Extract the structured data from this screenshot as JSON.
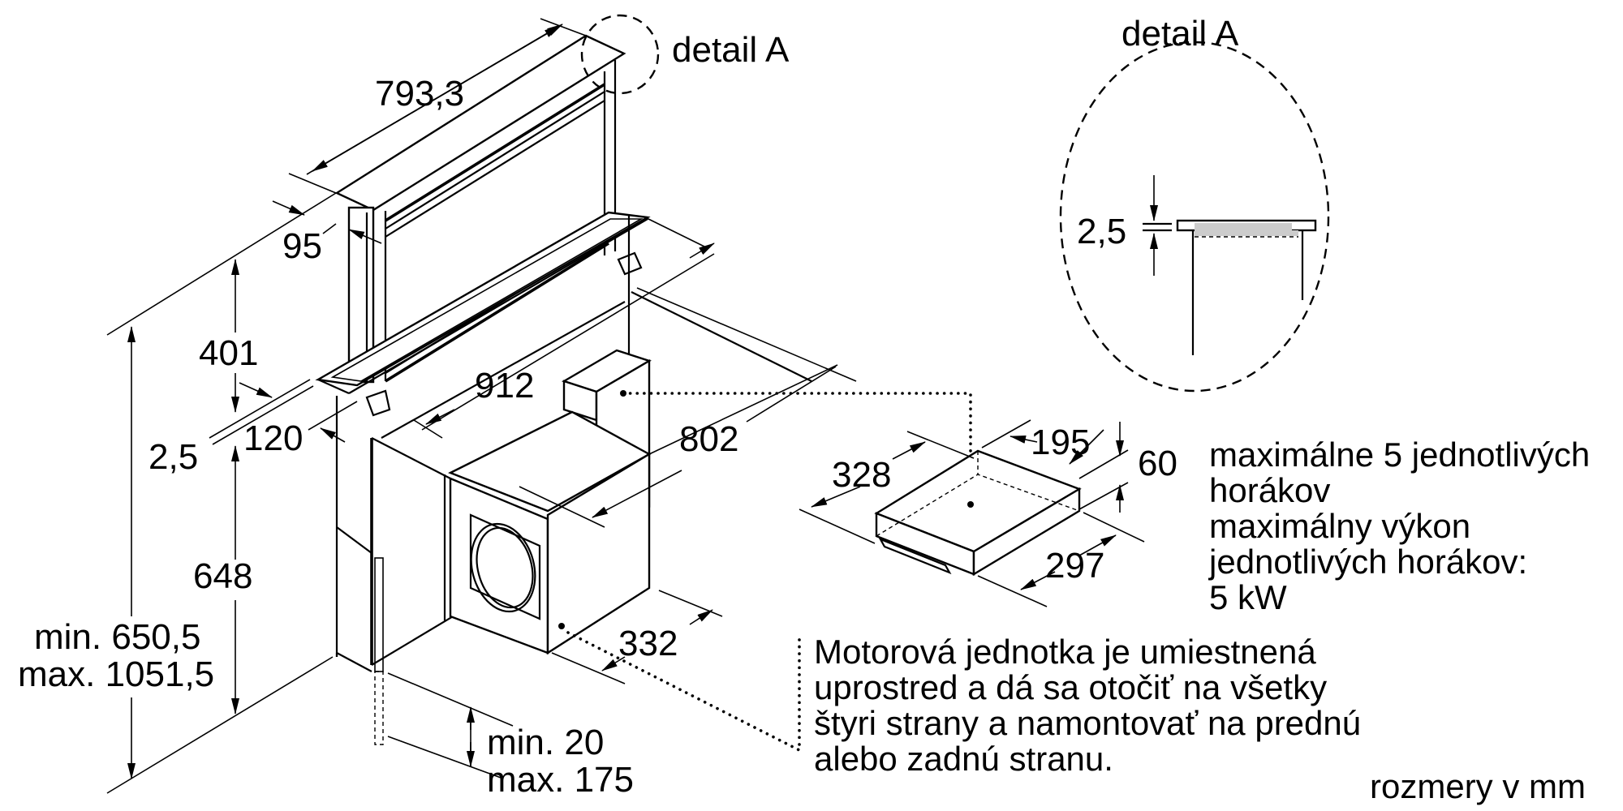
{
  "title": "Downdraft hood installation drawing",
  "detail_callout": "detail A",
  "detail_view": {
    "title": "detail A",
    "dimension": "2,5"
  },
  "dimensions": {
    "chimney_width": "793,3",
    "chimney_depth": "95",
    "raised_height": "401",
    "worktop_gap": "2,5",
    "front_offset": "120",
    "unit_width": "912",
    "unit_depth": "802",
    "motor_depth": "332",
    "below_height": "648",
    "total_height_min": "min. 650,5",
    "total_height_max": "max. 1051,5",
    "floor_gap_min": "min. 20",
    "floor_gap_max": "max. 175"
  },
  "hob_cutout": {
    "depth": "328",
    "width": "195",
    "height": "60",
    "length": "297"
  },
  "hob_note": {
    "lines": [
      "maximálne 5 jednotlivých",
      "horákov",
      "maximálny výkon",
      "jednotlivých horákov:",
      "5 kW"
    ]
  },
  "motor_note": {
    "lines": [
      "Motorová jednotka je umiestnená",
      "uprostred a dá sa otočiť na všetky",
      "štyri strany a namontovať na prednú",
      "alebo zadnú stranu."
    ]
  },
  "units_note": "rozmery v mm",
  "colors": {
    "line": "#000000",
    "background": "#ffffff",
    "detail_fill": "#cccccc"
  }
}
